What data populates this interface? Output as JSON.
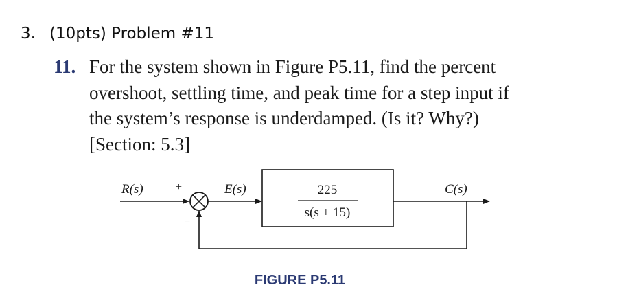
{
  "header": {
    "number": "3.",
    "title": "(10pts) Problem #11"
  },
  "problem": {
    "number": "11.",
    "lines": [
      "For the system shown in Figure P5.11, find the percent",
      "overshoot, settling time, and peak time for a step input if",
      "the system’s response is underdamped. (Is it? Why?)",
      "[Section: 5.3]"
    ]
  },
  "diagram": {
    "input_label": "R(s)",
    "plus_sign": "+",
    "minus_sign": "−",
    "error_label": "E(s)",
    "tf_numerator": "225",
    "tf_denominator": "s(s + 15)",
    "output_label": "C(s)",
    "figure_caption": "FIGURE P5.11"
  },
  "colors": {
    "accent": "#2b3a73",
    "text": "#1a1a1a"
  }
}
